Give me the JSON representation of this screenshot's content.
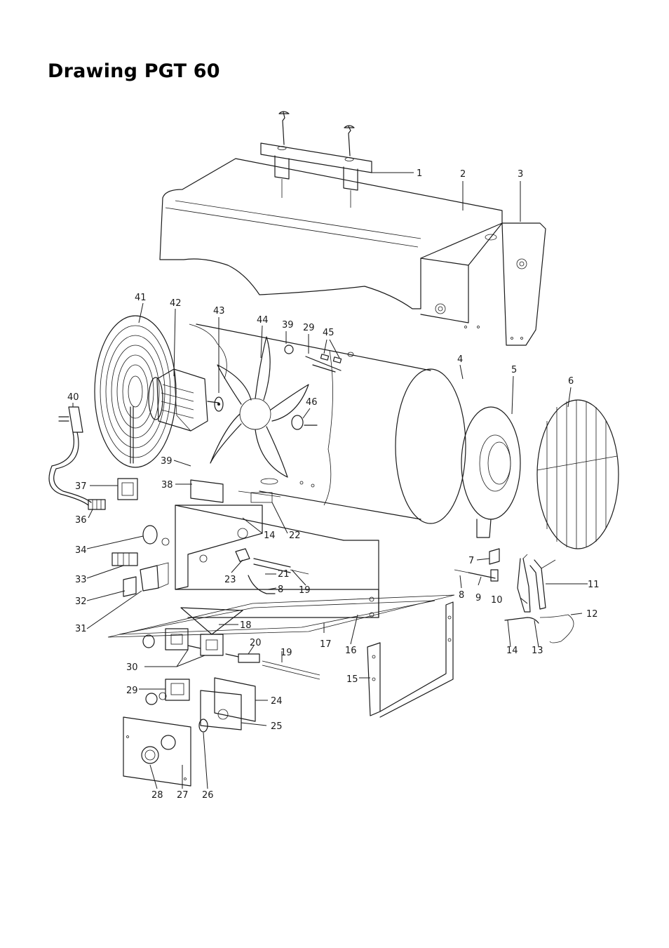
{
  "title": "Drawing PGT 60",
  "labels": [
    "1",
    "2",
    "3",
    "4",
    "5",
    "6",
    "7",
    "8",
    "9",
    "10",
    "11",
    "12",
    "13",
    "14",
    "15",
    "16",
    "17",
    "18",
    "19",
    "20",
    "21",
    "22",
    "23",
    "24",
    "25",
    "26",
    "27",
    "28",
    "29",
    "30",
    "31",
    "32",
    "33",
    "34",
    "36",
    "37",
    "38",
    "39",
    "40",
    "41",
    "42",
    "43",
    "44",
    "45",
    "46"
  ],
  "callout_labels": [
    {
      "text": "1"
    },
    {
      "text": "2"
    },
    {
      "text": "3"
    },
    {
      "text": "41"
    },
    {
      "text": "42"
    },
    {
      "text": "43"
    },
    {
      "text": "44"
    },
    {
      "text": "39"
    },
    {
      "text": "29"
    },
    {
      "text": "45"
    },
    {
      "text": "4"
    },
    {
      "text": "5"
    },
    {
      "text": "6"
    },
    {
      "text": "40"
    },
    {
      "text": "46"
    },
    {
      "text": "39"
    },
    {
      "text": "37"
    },
    {
      "text": "38"
    },
    {
      "text": "36"
    },
    {
      "text": "14"
    },
    {
      "text": "22"
    },
    {
      "text": "34"
    },
    {
      "text": "7"
    },
    {
      "text": "33"
    },
    {
      "text": "23"
    },
    {
      "text": "21"
    },
    {
      "text": "8"
    },
    {
      "text": "19"
    },
    {
      "text": "8"
    },
    {
      "text": "9"
    },
    {
      "text": "10"
    },
    {
      "text": "11"
    },
    {
      "text": "32"
    },
    {
      "text": "31"
    },
    {
      "text": "12"
    },
    {
      "text": "18"
    },
    {
      "text": "17"
    },
    {
      "text": "16"
    },
    {
      "text": "14"
    },
    {
      "text": "13"
    },
    {
      "text": "20"
    },
    {
      "text": "30"
    },
    {
      "text": "19"
    },
    {
      "text": "15"
    },
    {
      "text": "29"
    },
    {
      "text": "24"
    },
    {
      "text": "25"
    },
    {
      "text": "28"
    },
    {
      "text": "27"
    },
    {
      "text": "26"
    }
  ]
}
